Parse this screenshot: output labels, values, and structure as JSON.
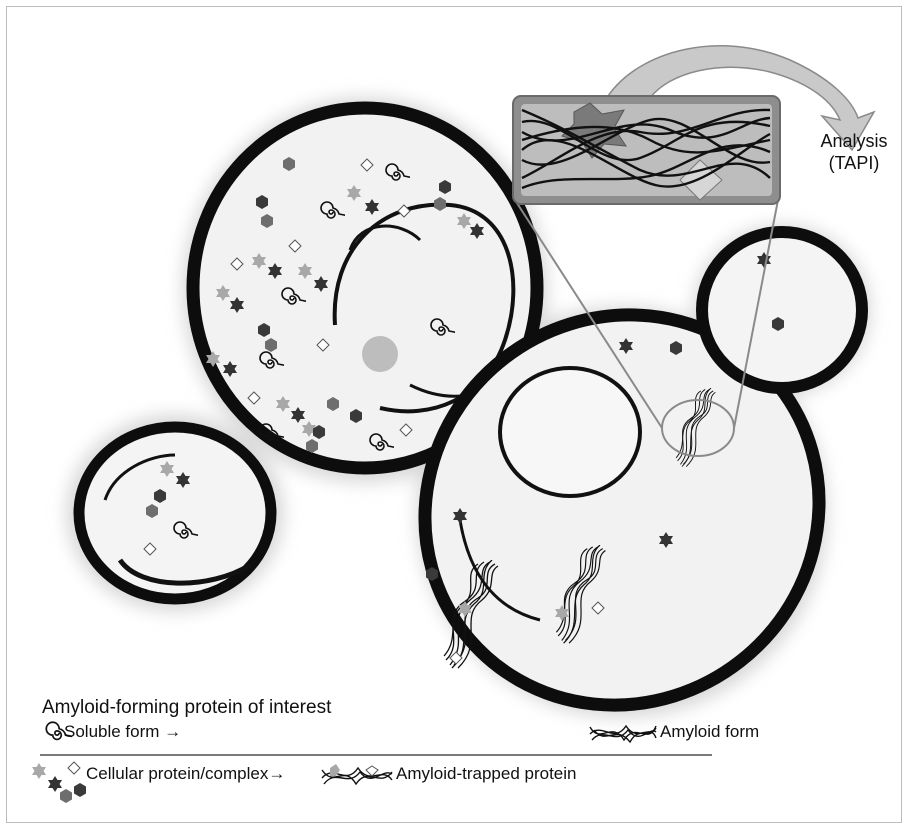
{
  "diagram": {
    "analysis_line1": "Analysis",
    "analysis_line2": "(TAPI)"
  },
  "legend": {
    "heading": "Amyloid-forming protein of interest",
    "soluble_text": "Soluble form →",
    "amyloid_text": "Amyloid form",
    "cellular_text": "Cellular protein/complex→",
    "trapped_text": "Amyloid-trapped protein"
  },
  "colors": {
    "dark_hex": "#3a3a3a",
    "mid_hex": "#6e6e6e",
    "light_star": "#a8a8a8",
    "cell_wall": "#0d0d0d",
    "zoom_box_fill": "#8e8e8e",
    "arrow_fill": "#c9c9c9"
  }
}
